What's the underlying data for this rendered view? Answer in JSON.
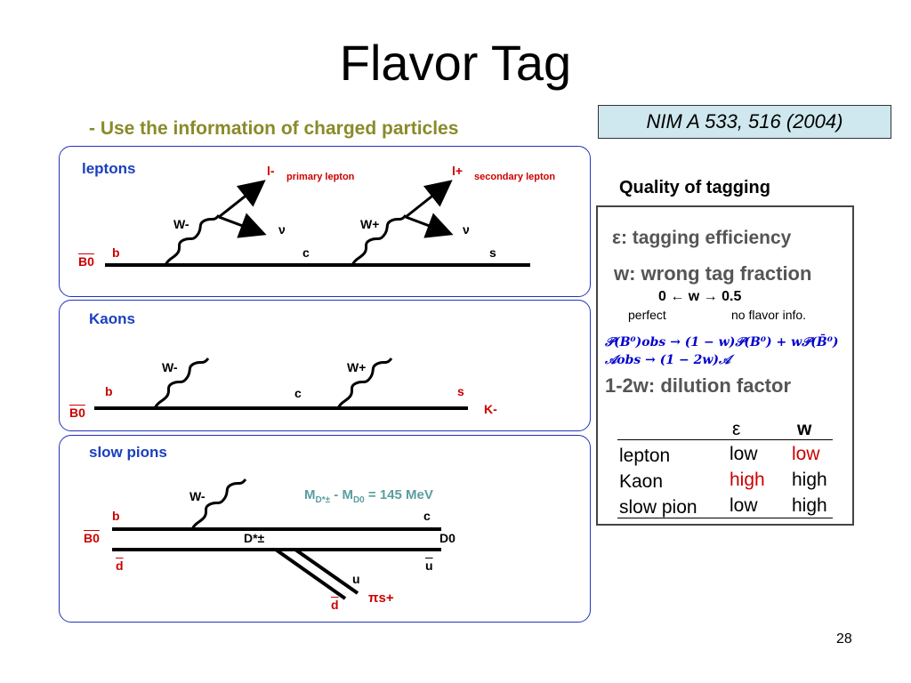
{
  "title": "Flavor Tag",
  "subtitle": "- Use the information of charged particles",
  "reference": "NIM A 533, 516 (2004)",
  "panels": {
    "leptons": {
      "title": "leptons",
      "B0": "B0",
      "b": "b",
      "c": "c",
      "s": "s",
      "Wminus": "W-",
      "Wplus": "W+",
      "nu1": "ν",
      "nu2": "ν",
      "lminus": "l-",
      "lplus": "l+",
      "primary": "primary lepton",
      "secondary": "secondary lepton"
    },
    "kaons": {
      "title": "Kaons",
      "B0": "B0",
      "b": "b",
      "c": "c",
      "s": "s",
      "Wminus": "W-",
      "Wplus": "W+",
      "Kminus": "K-"
    },
    "slowpions": {
      "title": "slow pions",
      "Wminus": "W-",
      "mass_a": "M",
      "mass_a_sub": "D*±",
      "mass_sep": " - M",
      "mass_b_sub": "D0",
      "mass_val": " = 145 MeV",
      "b": "b",
      "c": "c",
      "B0": "B0",
      "Dstar": "D*±",
      "D0": "D0",
      "d1": "d",
      "u1": "u",
      "u2": "u",
      "d2": "d",
      "pi": "πs+"
    }
  },
  "quality": {
    "title": "Quality of tagging",
    "eps_line": "ε: tagging efficiency",
    "w_line": "w: wrong tag fraction",
    "range": "0 ← w → 0.5",
    "perfect": "perfect",
    "noflavor": "no flavor info.",
    "formula1": "𝒫(B⁰)obs → (1 − w)𝒫(B⁰) + w𝒫(B̄⁰)",
    "formula2": "𝒜obs → (1 − 2w)𝒜",
    "dilution": "1-2w: dilution factor",
    "table": {
      "headers": [
        "ε",
        "w"
      ],
      "rows": [
        {
          "name": "lepton",
          "eps": "low",
          "w": "low"
        },
        {
          "name": "Kaon",
          "eps": "high",
          "w": "high"
        },
        {
          "name": "slow pion",
          "eps": "low",
          "w": "high"
        }
      ]
    }
  },
  "page_number": "28",
  "colors": {
    "title_yellow": "#8a8a2a",
    "panel_border": "#2233bb",
    "panel_title": "#1a3fbf",
    "ref_bg": "#cfe7ee",
    "red": "#cc0000",
    "teal": "#5a9e9e",
    "formula_blue": "#0000cc"
  }
}
